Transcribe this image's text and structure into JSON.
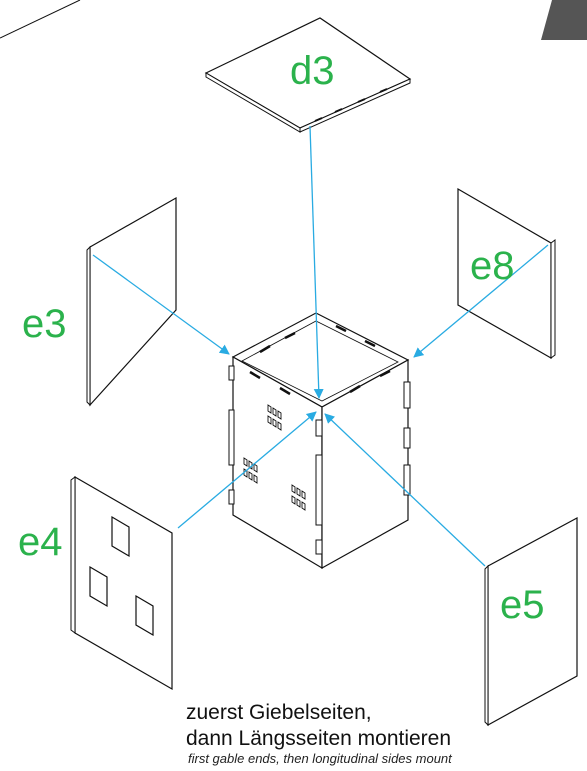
{
  "colors": {
    "label": "#2bb24c",
    "arrow": "#29abe2",
    "line": "#111111",
    "edge": "#666666",
    "accent": "#555555"
  },
  "labels": {
    "top": "d3",
    "left_upper": "e3",
    "right_upper": "e8",
    "left_lower": "e4",
    "right_lower": "e5"
  },
  "caption": {
    "line1": "zuerst Giebelseiten,",
    "line2": "dann Längsseiten montieren",
    "translation": "first gable ends, then longitudinal sides mount"
  }
}
